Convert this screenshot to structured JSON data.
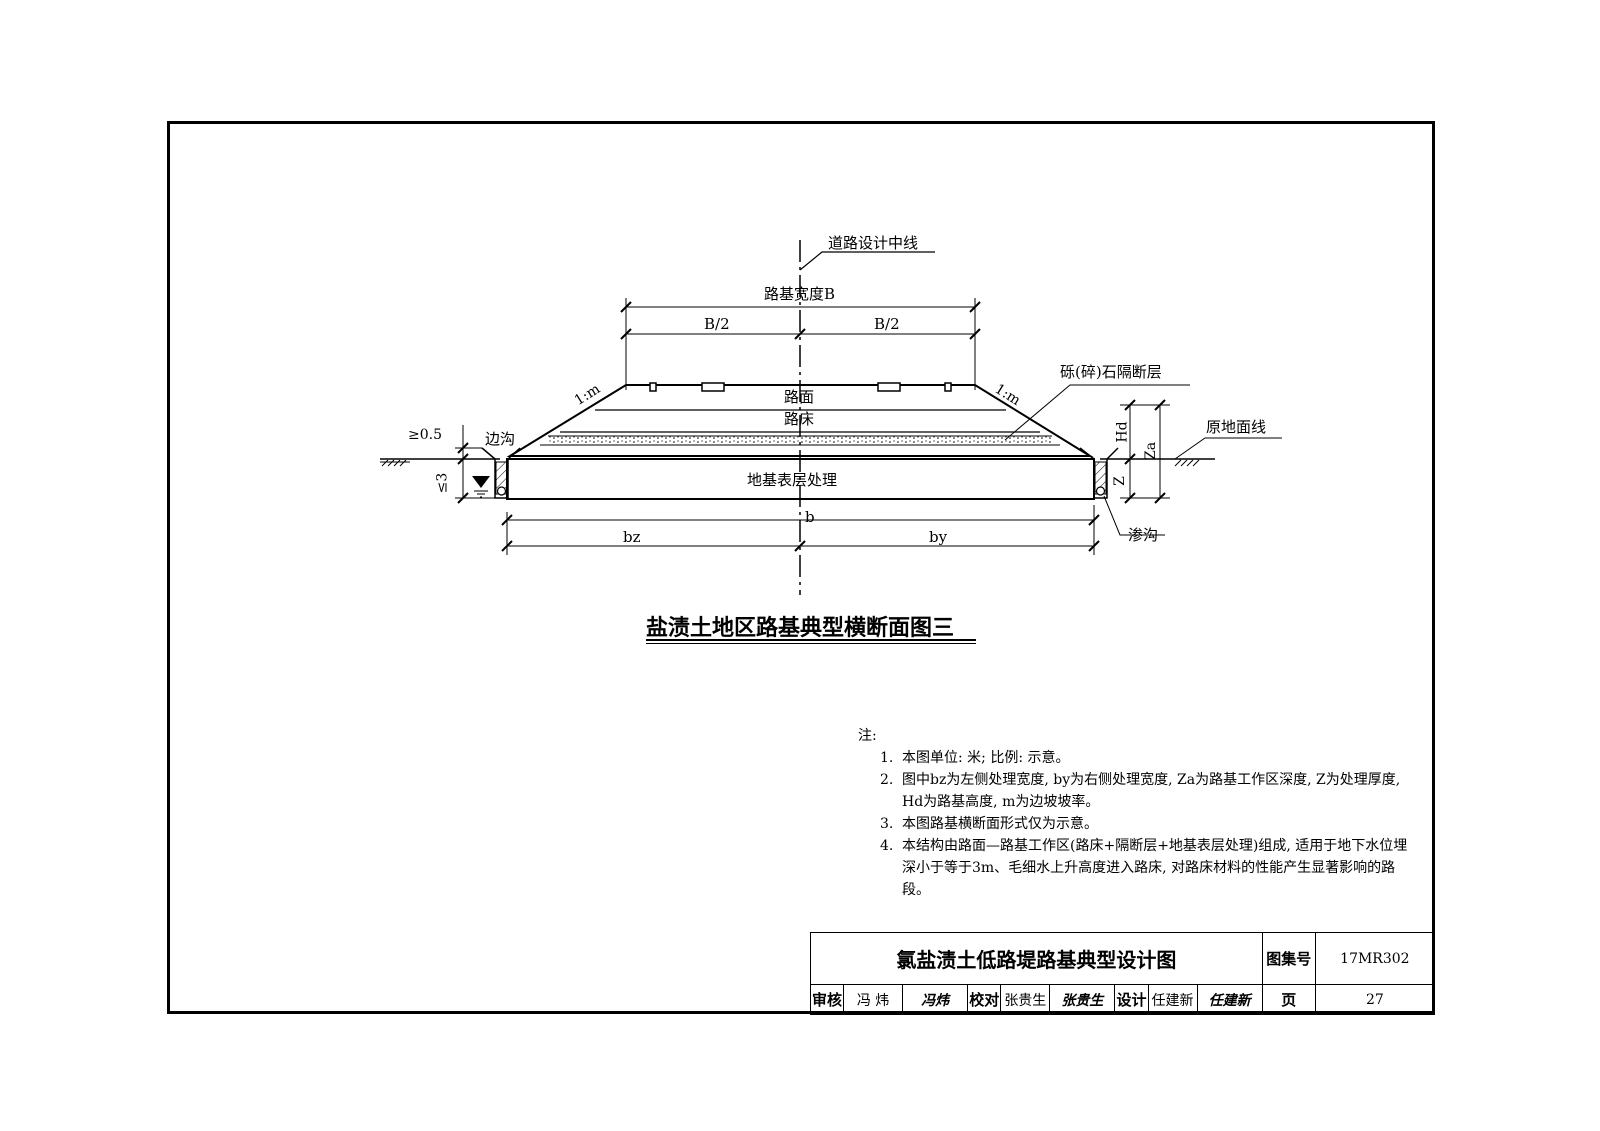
{
  "diagram": {
    "centerline_label": "道路设计中线",
    "width_label": "路基宽度B",
    "half_left": "B/2",
    "half_right": "B/2",
    "slope_left": "1:m",
    "slope_right": "1:m",
    "gravel_layer": "砾(碎)石隔断层",
    "pavement": "路面",
    "roadbed": "路床",
    "ground_line": "原地面线",
    "side_ditch": "边沟",
    "ditch_depth": "≥0.5",
    "water_depth": "≤3",
    "foundation": "地基表层处理",
    "seep_ditch": "渗沟",
    "hd": "Hd",
    "za": "Za",
    "z": "Z",
    "b_total": "b",
    "bz": "bz",
    "by": "by"
  },
  "figure_title": "盐渍土地区路基典型横断面图三",
  "notes": {
    "heading": "注:",
    "items": [
      {
        "num": "1.",
        "text": "本图单位: 米; 比例: 示意。"
      },
      {
        "num": "2.",
        "text": "图中bz为左侧处理宽度, by为右侧处理宽度, Za为路基工作区深度, Z为处理厚度, Hd为路基高度, m为边坡坡率。"
      },
      {
        "num": "3.",
        "text": "本图路基横断面形式仅为示意。"
      },
      {
        "num": "4.",
        "text": "本结构由路面—路基工作区(路床+隔断层+地基表层处理)组成, 适用于地下水位埋深小于等于3m、毛细水上升高度进入路床, 对路床材料的性能产生显著影响的路段。"
      }
    ]
  },
  "title_block": {
    "drawing_title": "氯盐渍土低路堤路基典型设计图",
    "atlas_label": "图集号",
    "atlas_no": "17MR302",
    "review_label": "审核",
    "reviewer": "冯 炜",
    "reviewer_sign": "冯炜",
    "check_label": "校对",
    "checker": "张贵生",
    "checker_sign": "张贵生",
    "design_label": "设计",
    "designer": "任建新",
    "designer_sign": "任建新",
    "page_label": "页",
    "page_no": "27"
  }
}
